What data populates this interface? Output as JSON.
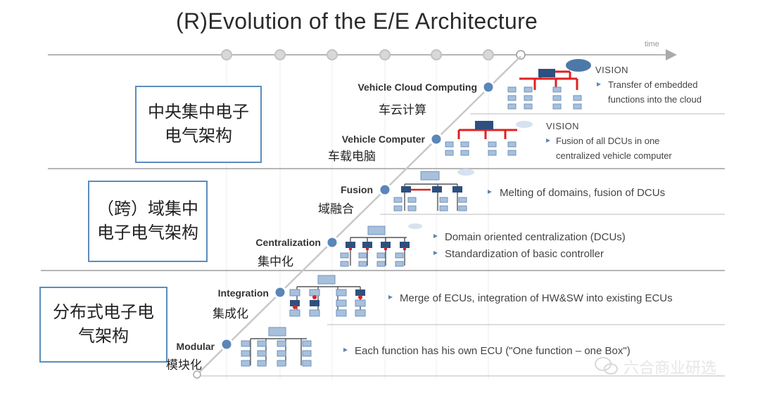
{
  "title": "(R)Evolution of the E/E Architecture",
  "timeline": {
    "label": "time"
  },
  "bands": [
    {
      "label": "中央集中电子电气架构"
    },
    {
      "label": "（跨）域集中电子电气架构"
    },
    {
      "label": "分布式电子电气架构"
    }
  ],
  "stages": [
    {
      "en": "Vehicle Cloud Computing",
      "cn": "车云计算",
      "vision_title": "VISION",
      "desc": [
        "Transfer of embedded",
        "functions into the cloud"
      ]
    },
    {
      "en": "Vehicle Computer",
      "cn": "车载电脑",
      "vision_title": "VISION",
      "desc": [
        "Fusion of all DCUs in one",
        "centralized vehicle computer"
      ]
    },
    {
      "en": "Fusion",
      "cn": "域融合",
      "desc": [
        "Melting of domains, fusion of DCUs"
      ]
    },
    {
      "en": "Centralization",
      "cn": "集中化",
      "desc": [
        "Domain oriented centralization (DCUs)",
        "Standardization of basic controller"
      ]
    },
    {
      "en": "Integration",
      "cn": "集成化",
      "desc": [
        "Merge of ECUs, integration of HW&SW into existing ECUs"
      ]
    },
    {
      "en": "Modular",
      "cn": "模块化",
      "desc": [
        "Each function has his own ECU (\"One function – one Box\")"
      ]
    }
  ],
  "watermark": "六合商业研选",
  "colors": {
    "box_border": "#5b8cbf",
    "node_fill": "#5a86b8",
    "ecu_fill": "#a8c0dc",
    "highlight": "#e02020"
  }
}
